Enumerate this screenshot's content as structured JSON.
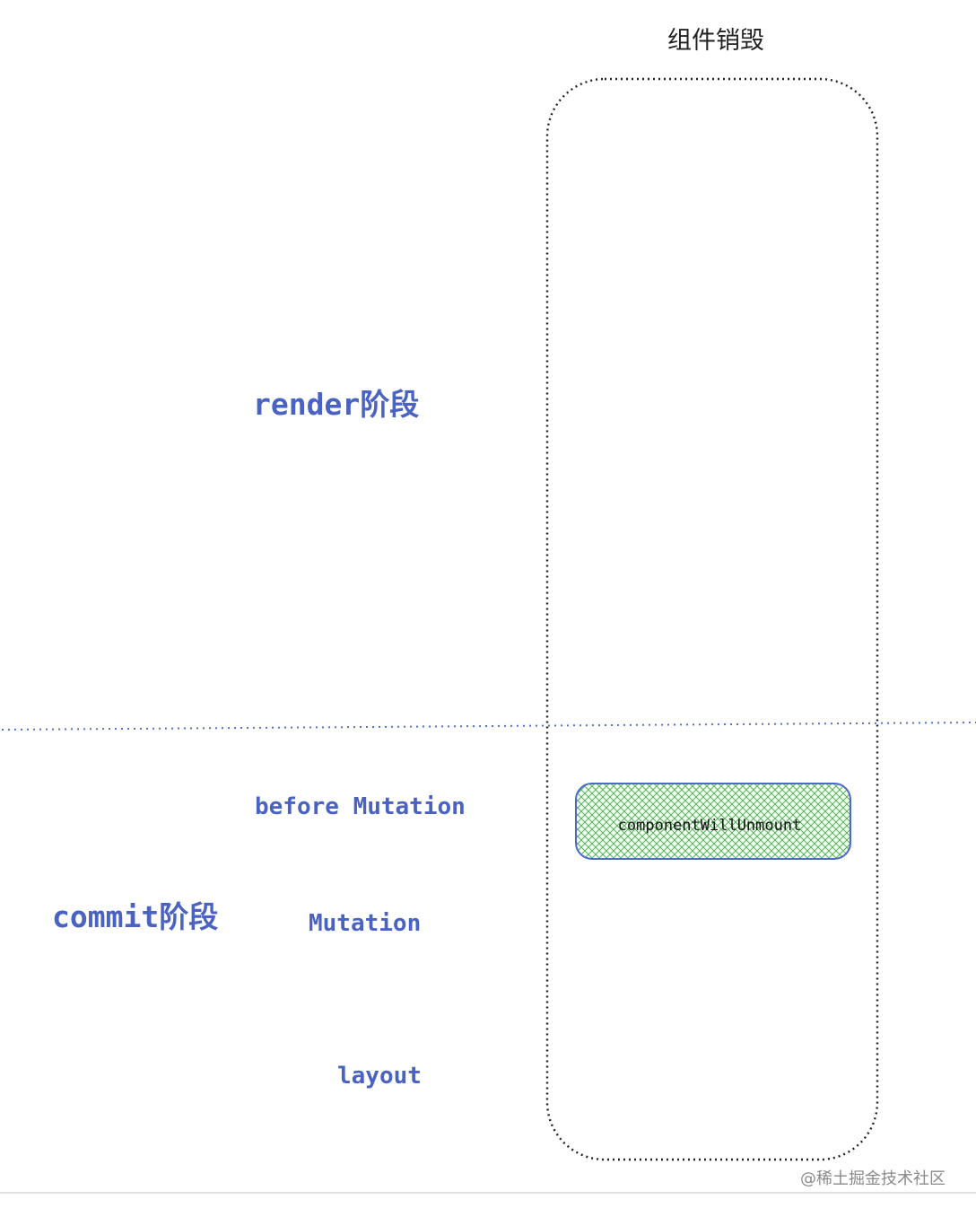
{
  "column_title": "组件销毁",
  "phases": {
    "render": "render阶段",
    "commit": "commit阶段"
  },
  "commit_subphases": {
    "before_mutation": "before Mutation",
    "mutation": "Mutation",
    "layout": "layout"
  },
  "lifecycle_box": {
    "label": "componentWillUnmount",
    "fill_color": "#57b35a",
    "border_color": "#4a6ac8"
  },
  "watermark": "@稀土掘金技术社区",
  "colors": {
    "phase_text": "#4a63c2",
    "divider": "#5671c9",
    "column_border": "#222222"
  }
}
